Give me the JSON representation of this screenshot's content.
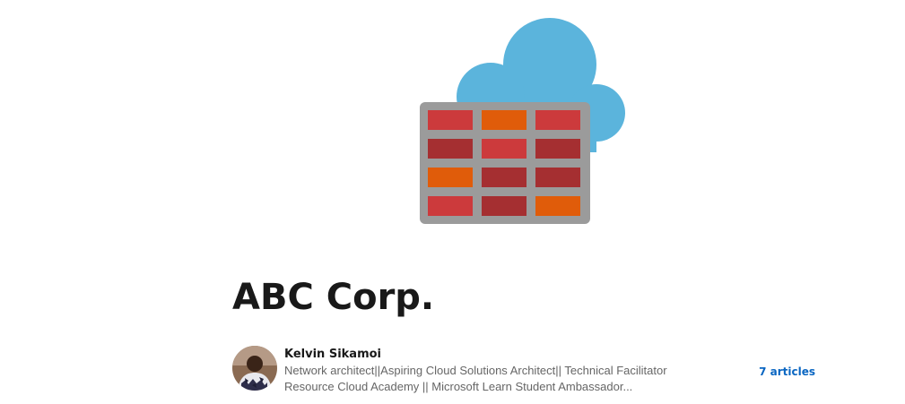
{
  "hero": {
    "icon": "cloud-firewall-icon",
    "colors": {
      "cloud": "#5bb4dc",
      "frame": "#9b9b9b",
      "brick_red": "#cc3a3c",
      "brick_dark": "#a52f31",
      "brick_orange": "#e05c0a"
    }
  },
  "newsletter": {
    "title": "ABC Corp."
  },
  "author": {
    "name": "Kelvin Sikamoi",
    "headline": "Network architect||Aspiring Cloud Solutions Architect|| Technical Facilitator Resource Cloud Academy || Microsoft Learn Student Ambassador...",
    "articles_label": "7 articles",
    "link_color": "#0a66c2"
  }
}
